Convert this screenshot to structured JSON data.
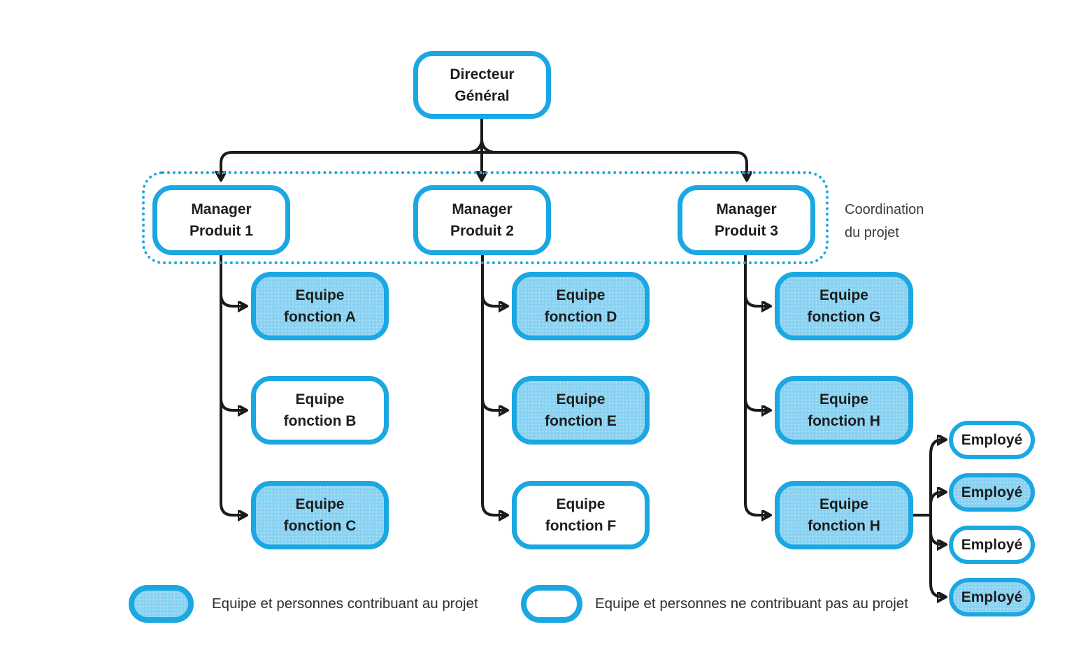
{
  "colors": {
    "accent": "#1AA7E2",
    "node_fill": "#8AD2F2",
    "connector": "#1B1B1B"
  },
  "root": {
    "line1": "Directeur",
    "line2": "Général"
  },
  "coordination": {
    "line1": "Coordination",
    "line2": "du projet"
  },
  "columns": [
    {
      "manager": {
        "line1": "Manager",
        "line2": "Produit 1"
      },
      "teams": [
        {
          "line1": "Equipe",
          "line2": "fonction A",
          "filled": true
        },
        {
          "line1": "Equipe",
          "line2": "fonction B",
          "filled": false
        },
        {
          "line1": "Equipe",
          "line2": "fonction C",
          "filled": true
        }
      ]
    },
    {
      "manager": {
        "line1": "Manager",
        "line2": "Produit 2"
      },
      "teams": [
        {
          "line1": "Equipe",
          "line2": "fonction D",
          "filled": true
        },
        {
          "line1": "Equipe",
          "line2": "fonction E",
          "filled": true
        },
        {
          "line1": "Equipe",
          "line2": "fonction F",
          "filled": false
        }
      ]
    },
    {
      "manager": {
        "line1": "Manager",
        "line2": "Produit 3"
      },
      "teams": [
        {
          "line1": "Equipe",
          "line2": "fonction G",
          "filled": true
        },
        {
          "line1": "Equipe",
          "line2": "fonction H",
          "filled": true
        },
        {
          "line1": "Equipe",
          "line2": "fonction H",
          "filled": true
        }
      ]
    }
  ],
  "employees": [
    {
      "label": "Employé",
      "filled": false
    },
    {
      "label": "Employé",
      "filled": true
    },
    {
      "label": "Employé",
      "filled": false
    },
    {
      "label": "Employé",
      "filled": true
    }
  ],
  "legend": [
    {
      "label": "Equipe et personnes contribuant au projet",
      "filled": true
    },
    {
      "label": "Equipe et personnes ne contribuant pas au projet",
      "filled": false
    }
  ]
}
